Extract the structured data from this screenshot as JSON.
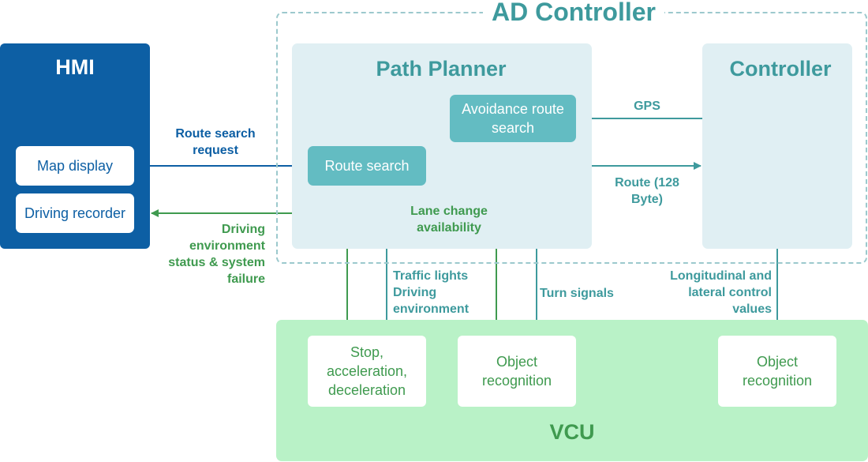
{
  "ad_controller": {
    "title": "AD Controller"
  },
  "hmi": {
    "title": "HMI",
    "items": [
      "Map display",
      "Driving recorder"
    ]
  },
  "path_planner": {
    "title": "Path Planner",
    "route_search": "Route search",
    "avoidance_route_search": "Avoidance route search"
  },
  "controller": {
    "title": "Controller"
  },
  "vcu": {
    "title": "VCU",
    "items": [
      "Stop, acceleration, deceleration",
      "Object recognition",
      "Object recognition"
    ]
  },
  "labels": {
    "route_search_request": "Route search request",
    "driving_env_status": "Driving environment status & system failure",
    "gps": "GPS",
    "route": "Route (128 Byte)",
    "lane_change": "Lane change availability",
    "traffic_lights": "Traffic lights Driving environment",
    "turn_signals": "Turn signals",
    "long_lat": "Longitudinal and lateral control values"
  },
  "colors": {
    "hmi_blue": "#0d5fa4",
    "teal": "#3e9a9d",
    "teal_box": "#63bcc2",
    "green": "#3f9a4f",
    "vcu_green": "#b9f2c7",
    "panel_light": "#e0eff3"
  }
}
